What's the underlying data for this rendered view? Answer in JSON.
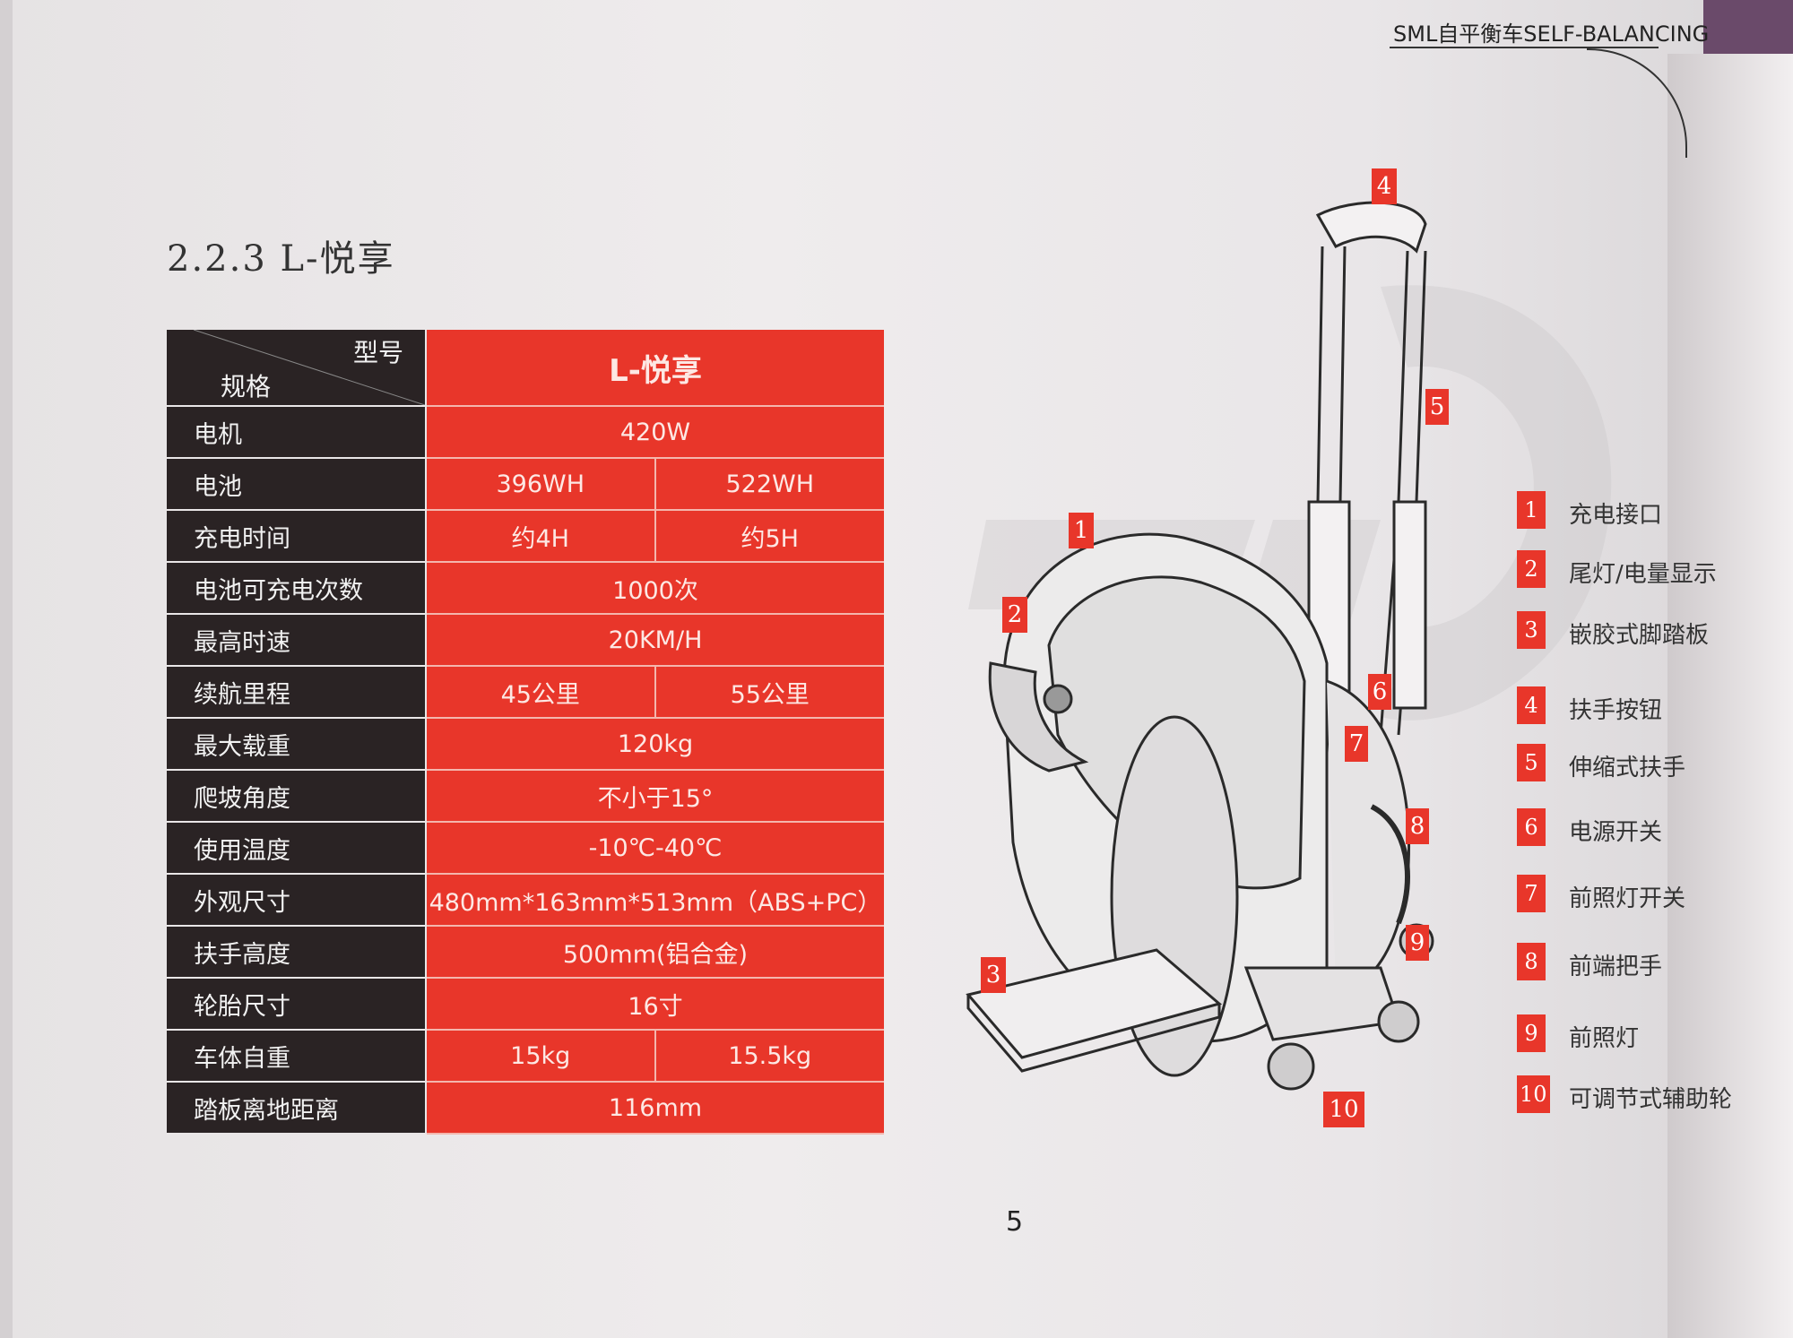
{
  "header": {
    "running_title": "SML自平衡车SELF-BALANCING",
    "section_heading": "2.2.3 L-悦享",
    "page_number": "5"
  },
  "spec_table": {
    "corner_model": "型号",
    "corner_spec": "规格",
    "model_name": "L-悦享",
    "rows": [
      {
        "label": "电机",
        "values": [
          "420W"
        ]
      },
      {
        "label": "电池",
        "values": [
          "396WH",
          "522WH"
        ]
      },
      {
        "label": "充电时间",
        "values": [
          "约4H",
          "约5H"
        ]
      },
      {
        "label": "电池可充电次数",
        "values": [
          "1000次"
        ]
      },
      {
        "label": "最高时速",
        "values": [
          "20KM/H"
        ]
      },
      {
        "label": "续航里程",
        "values": [
          "45公里",
          "55公里"
        ]
      },
      {
        "label": "最大载重",
        "values": [
          "120kg"
        ]
      },
      {
        "label": "爬坡角度",
        "values": [
          "不小于15°"
        ]
      },
      {
        "label": "使用温度",
        "values": [
          "-10℃-40℃"
        ]
      },
      {
        "label": "外观尺寸",
        "values": [
          "480mm*163mm*513mm（ABS+PC）"
        ]
      },
      {
        "label": "扶手高度",
        "values": [
          "500mm(铝合金)"
        ]
      },
      {
        "label": "轮胎尺寸",
        "values": [
          "16寸"
        ]
      },
      {
        "label": "车体自重",
        "values": [
          "15kg",
          "15.5kg"
        ]
      },
      {
        "label": "踏板离地距离",
        "values": [
          "116mm"
        ]
      }
    ]
  },
  "legend": [
    {
      "num": "1",
      "text": "充电接口"
    },
    {
      "num": "2",
      "text": "尾灯/电量显示"
    },
    {
      "num": "3",
      "text": "嵌胶式脚踏板"
    },
    {
      "num": "4",
      "text": "扶手按钮"
    },
    {
      "num": "5",
      "text": "伸缩式扶手"
    },
    {
      "num": "6",
      "text": "电源开关"
    },
    {
      "num": "7",
      "text": "前照灯开关"
    },
    {
      "num": "8",
      "text": "前端把手"
    },
    {
      "num": "9",
      "text": "前照灯"
    },
    {
      "num": "10",
      "text": "可调节式辅助轮"
    }
  ],
  "callouts": [
    "1",
    "2",
    "3",
    "4",
    "5",
    "6",
    "7",
    "8",
    "9",
    "10"
  ],
  "colors": {
    "table_red": "#e8362a",
    "table_dark": "#2a2324",
    "page": "#ecE9ea"
  }
}
